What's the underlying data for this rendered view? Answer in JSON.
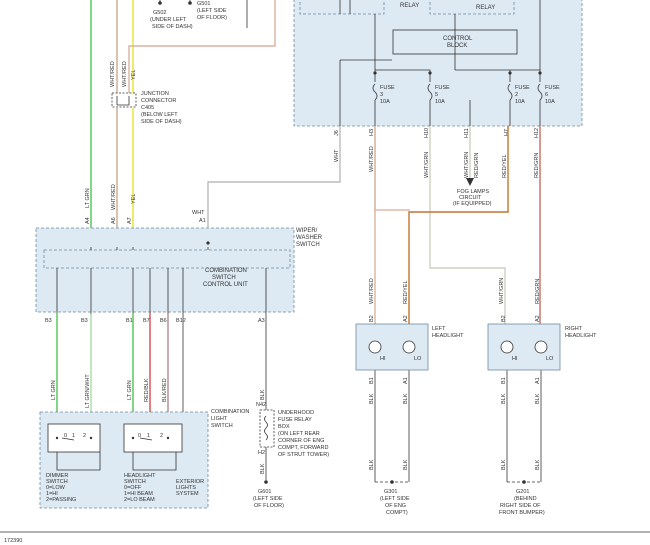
{
  "figure_id": "172390",
  "top_labels": {
    "g502": "G502",
    "under_left_dash": "(UNDER LEFT",
    "side_of_dash": "SIDE OF DASH)",
    "g501": "G501",
    "left_side": "(LEFT SIDE",
    "of_floor": "OF FLOOR)",
    "relay_a": "RELAY",
    "relay_b": "RELAY"
  },
  "control_block": {
    "line1": "CONTROL",
    "line2": "BLOCK"
  },
  "fuses": [
    {
      "name": "FUSE",
      "num": "3",
      "rating": "10A"
    },
    {
      "name": "FUSE",
      "num": "5",
      "rating": "10A"
    },
    {
      "name": "FUSE",
      "num": "2",
      "rating": "10A"
    },
    {
      "name": "FUSE",
      "num": "6",
      "rating": "10A"
    }
  ],
  "fuse_pins": [
    "J6",
    "H3",
    "H10",
    "H11",
    "H7",
    "H12"
  ],
  "junction": {
    "line1": "JUNCTION",
    "line2": "CONNECTOR",
    "line3": "C405",
    "line4": "(BELOW LEFT",
    "line5": "SIDE OF DASH)"
  },
  "top_wires": [
    "WHT/RED",
    "WHT/RED",
    "YEL"
  ],
  "mid_wires": [
    "WHT",
    "WHT/RED",
    "WHT/GRN",
    "WHT/GRN",
    "RED/GRN",
    "RED/YEL",
    "RED/GRN"
  ],
  "fog": {
    "line1": "FOG LAMPS",
    "line2": "CIRCUIT",
    "line3": "(IF EQUIPPED)"
  },
  "wiper": {
    "line1": "WIPER/",
    "line2": "WASHER",
    "line3": "SWITCH",
    "wht": "WHT",
    "a1": "A1",
    "pins_top": [
      "A4",
      "A6",
      "A7"
    ],
    "wires_top": [
      "LT GRN",
      "WHT/RED",
      "YEL"
    ]
  },
  "combo_unit": {
    "line1": "COMBINATION",
    "line2": "SWITCH",
    "line3": "CONTROL UNIT"
  },
  "bottom_pins": [
    "B3",
    "B3",
    "B1",
    "B7",
    "B6",
    "B12",
    "A3"
  ],
  "bottom_wires": [
    "LT GRN",
    "LT GRN/WHT",
    "LT GRN",
    "RED/BLK",
    "BLK/RED",
    "BLK"
  ],
  "underhood": {
    "n42": "N42",
    "h2": "H2",
    "line1": "UNDERHOOD",
    "line2": "FUSE RELAY",
    "line3": "BOX",
    "line4": "(ON LEFT REAR",
    "line5": "CORNER OF ENG",
    "line6": "COMPT, FORWARD",
    "line7": "OF STRUT TOWER)",
    "blk": "BLK"
  },
  "light_switch": {
    "title1": "COMBINATION",
    "title2": "LIGHT",
    "title3": "SWITCH",
    "dimmer": [
      "DIMMER",
      "SWITCH",
      "0=LOW",
      "1=HI",
      "2=PASSING"
    ],
    "headlight": [
      "HEADLIGHT",
      "SWITCH",
      "0=OFF",
      "1=HI BEAM",
      "2=LO BEAM"
    ],
    "exterior": [
      "EXTERIOR",
      "LIGHTS",
      "SYSTEM"
    ]
  },
  "left_headlight": {
    "line1": "LEFT",
    "line2": "HEADLIGHT",
    "hi": "HI",
    "lo": "LO",
    "pins_top": [
      "B2",
      "A2"
    ],
    "pins_bot": [
      "B1",
      "A1"
    ],
    "wires_top": [
      "WHT/RED",
      "RED/YEL"
    ],
    "wires_bot": [
      "BLK",
      "BLK"
    ]
  },
  "right_headlight": {
    "line1": "RIGHT",
    "line2": "HEADLIGHT",
    "hi": "HI",
    "lo": "LO",
    "pins_top": [
      "B2",
      "A2"
    ],
    "pins_bot": [
      "B1",
      "A1"
    ],
    "wires_top": [
      "WHT/GRN",
      "RED/GRN"
    ],
    "wires_bot": [
      "BLK",
      "BLK"
    ]
  },
  "lower_blk": [
    "BLK",
    "BLK",
    "BLK",
    "BLK"
  ],
  "grounds": {
    "g601": [
      "G601",
      "(LEFT SIDE",
      "OF FLOOR)"
    ],
    "g301": [
      "G301",
      "(LEFT SIDE",
      "OF ENG",
      "COMPT)"
    ],
    "g201": [
      "G201",
      "(BEHIND",
      "RIGHT SIDE OF",
      "FRONT BUMPER)"
    ]
  }
}
